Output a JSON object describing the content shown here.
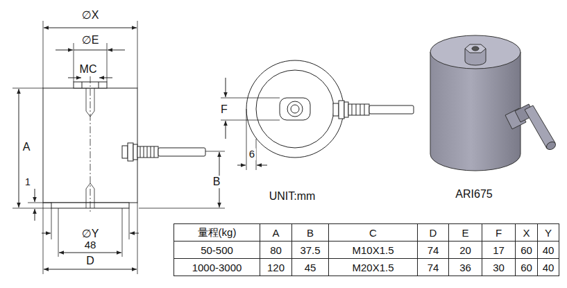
{
  "diagram": {
    "labels": [
      "∅X",
      "∅E",
      "MC",
      "A",
      "1",
      "∅Y",
      "48",
      "D",
      "F",
      "6",
      "B",
      "UNIT:mm",
      "ARI675",
      "量程(kg)",
      "A",
      "B",
      "C",
      "D",
      "E",
      "F",
      "X",
      "Y",
      "50-500",
      "80",
      "37.5",
      "M10X1.5",
      "74",
      "20",
      "17",
      "60",
      "40",
      "1000-3000",
      "120",
      "45",
      "M20X1.5",
      "74",
      "36",
      "30",
      "60",
      "40"
    ]
  }
}
